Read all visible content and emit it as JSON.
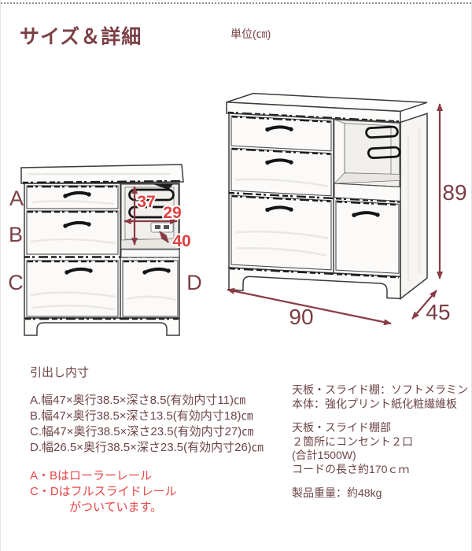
{
  "header": {
    "title": "サイズ＆詳細",
    "unit_label": "単位(㎝)"
  },
  "front_diagram": {
    "section_labels": {
      "a": "A",
      "b": "B",
      "c": "C",
      "d": "D"
    },
    "measurements": {
      "shelf_height": "37",
      "shelf_width": "29",
      "shelf_depth": "40"
    }
  },
  "perspective_diagram": {
    "measurements": {
      "width": "90",
      "depth": "45",
      "height": "89"
    }
  },
  "drawer_specs": {
    "heading": "引出し内寸",
    "items": [
      "A.幅47×奥行38.5×深さ8.5(有効内寸11)㎝",
      "B.幅47×奥行38.5×深さ13.5(有効内寸18)㎝",
      "C.幅47×奥行38.5×深さ23.5(有効内寸27)㎝",
      "D.幅26.5×奥行38.5×深さ23.5(有効内寸26)㎝"
    ],
    "rail_notes": [
      "A・Bはローラーレール",
      "C・Dはフルスライドレール",
      "がついています。"
    ]
  },
  "materials": {
    "lines": [
      "天板・スライド棚：ソフトメラミン",
      "本体：強化プリント紙化粧繊維板"
    ],
    "outlet_lines": [
      "天板・スライド棚部",
      "２箇所にコンセント２口",
      "(合計1500W)",
      "コードの長さ約170ｃｍ"
    ],
    "weight": "製品重量：約48kg"
  },
  "colors": {
    "accent": "#7b4046",
    "red_number": "#e04040",
    "arrow": "#8a3b44",
    "note_red": "#e84545"
  }
}
